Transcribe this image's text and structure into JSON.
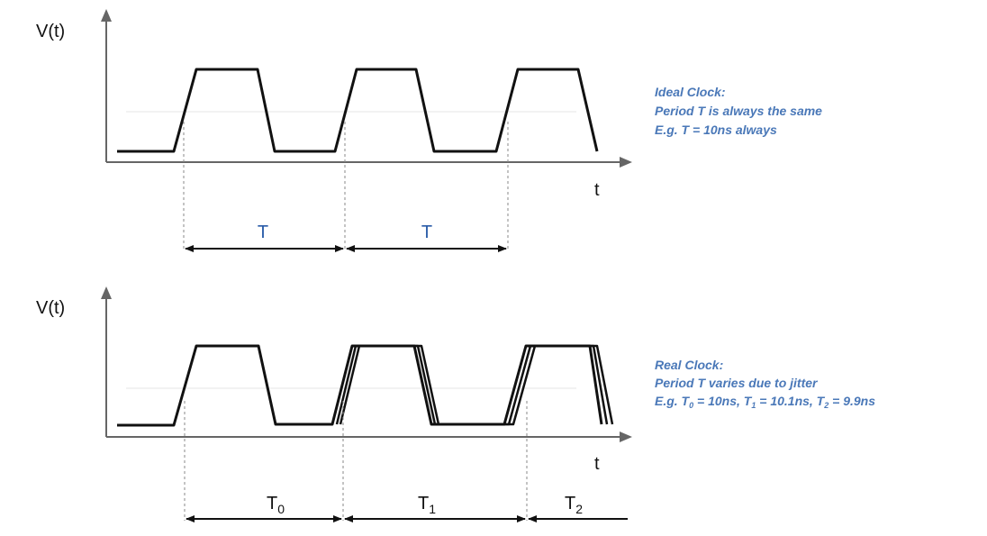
{
  "colors": {
    "waveform": "#111111",
    "axis": "#555555",
    "guide": "#8a8a8a",
    "text_blue": "#4a78b8",
    "period_blue": "#2a5ca8"
  },
  "ideal": {
    "y_axis_label": "V(t)",
    "x_axis_label": "t",
    "periods": [
      {
        "label": "T",
        "subscript": ""
      },
      {
        "label": "T",
        "subscript": ""
      }
    ],
    "note": {
      "line1": "Ideal Clock:",
      "line2": "Period T is always the same",
      "line3": "E.g. T = 10ns always"
    }
  },
  "real": {
    "y_axis_label": "V(t)",
    "x_axis_label": "t",
    "periods": [
      {
        "label": "T",
        "subscript": "0"
      },
      {
        "label": "T",
        "subscript": "1"
      },
      {
        "label": "T",
        "subscript": "2"
      }
    ],
    "note": {
      "line1": "Real Clock:",
      "line2": "Period T varies due to jitter",
      "line3": {
        "prefix": "E.g. T",
        "sub0": "0",
        "mid0": " = 10ns, T",
        "sub1": "1",
        "mid1": " = 10.1ns, T",
        "sub2": "2",
        "suffix": " = 9.9ns"
      }
    }
  }
}
